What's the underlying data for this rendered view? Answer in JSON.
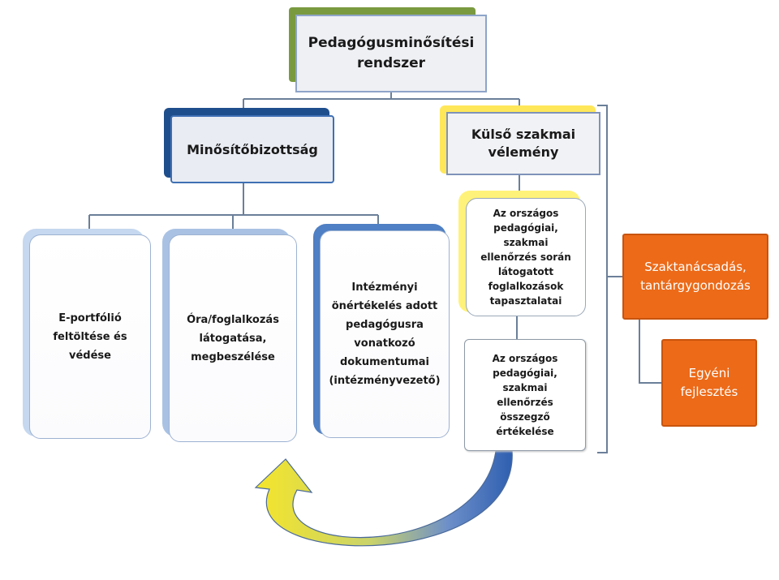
{
  "root": {
    "line1": "Pedagógusminősítési",
    "line2": "rendszer"
  },
  "minositobizottsag": {
    "label": "Minősítőbizottság"
  },
  "kulso": {
    "line1": "Külső szakmai",
    "line2": "vélemény"
  },
  "eportfolio": {
    "lines": [
      "E-portfólió",
      "feltöltése és",
      "védése"
    ]
  },
  "ora": {
    "lines": [
      "Óra/foglalkozás",
      "látogatása,",
      "megbeszélése"
    ]
  },
  "intezmenyi": {
    "lines": [
      "Intézményi",
      "önértékelés adott",
      "pedagógusra",
      "vonatkozó",
      "dokumentumai",
      "(intézményvezető)"
    ]
  },
  "orszagos1": {
    "lines": [
      "Az országos",
      "pedagógiai,",
      "szakmai",
      "ellenőrzés során",
      "látogatott",
      "foglalkozások",
      "tapasztalatai"
    ]
  },
  "orszagos2": {
    "lines": [
      "Az országos",
      "pedagógiai,",
      "szakmai",
      "ellenőrzés",
      "összegző",
      "értékelése"
    ]
  },
  "szaktanacsadas": {
    "line1": "Szaktanácsadás,",
    "line2": "tantárgygondozás"
  },
  "egyeni": {
    "line1": "Egyéni",
    "line2": "fejlesztés"
  },
  "colors": {
    "orange": "#ec6a18",
    "connector": "#6b7f99",
    "root_accent": "#7a9a3f",
    "blue_accent": "#1f4e8c",
    "yellow_accent": "#ffe75a"
  }
}
